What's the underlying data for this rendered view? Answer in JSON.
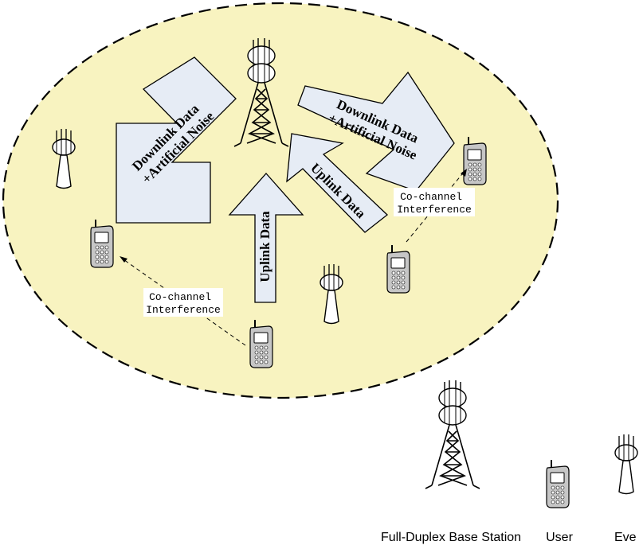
{
  "labels": {
    "downlink_left_line1": "Downlink Data",
    "downlink_left_line2": "+Artificial Noise",
    "downlink_right_line1": "Downlink Data",
    "downlink_right_line2": "+Artificial Noise",
    "uplink_center": "Uplink Data",
    "uplink_diag": "Uplink Data",
    "cochannel_left_line1": "Co-channel",
    "cochannel_left_line2": "Interference",
    "cochannel_right_line1": "Co-channel",
    "cochannel_right_line2": "Interference"
  },
  "legend": {
    "base_station": "Full-Duplex Base Station",
    "user": "User",
    "eve": "Eve"
  },
  "colors": {
    "cell_fill": "#f8f3c0",
    "arrow_fill": "#e6ecf5",
    "stroke": "#000000",
    "phone_body": "#c0c0c0",
    "phone_screen": "#ffffff"
  },
  "icons": [
    "base-station-tower-icon",
    "user-phone-icon",
    "eve-antenna-icon"
  ]
}
